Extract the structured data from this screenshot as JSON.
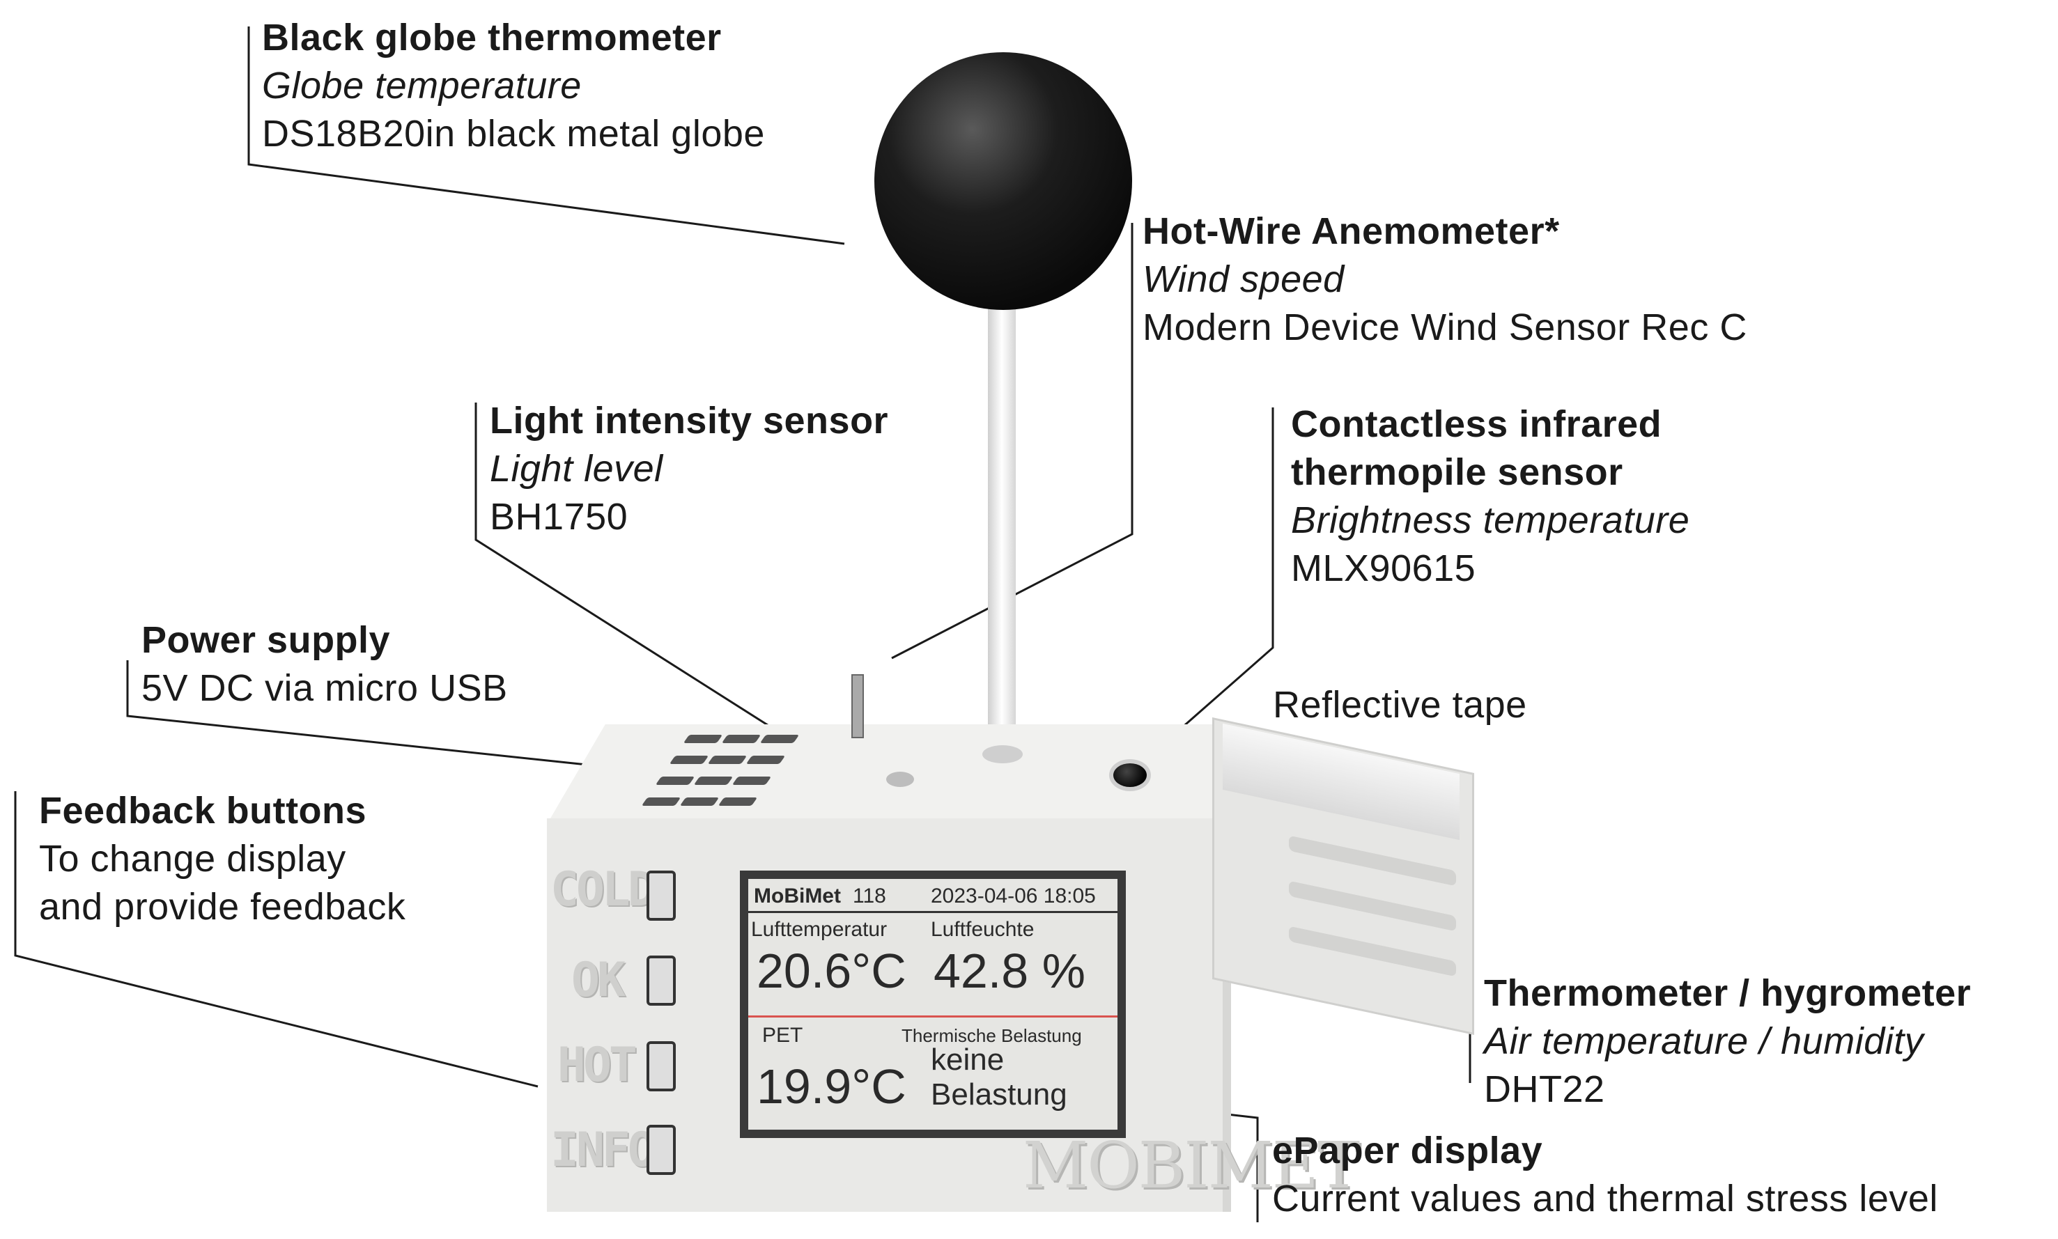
{
  "callouts": {
    "globe": {
      "title": "Black globe thermometer",
      "measure": "Globe temperature",
      "part": "DS18B20in black metal globe"
    },
    "anemometer": {
      "title": "Hot-Wire Anemometer*",
      "measure": "Wind speed",
      "part": "Modern Device Wind Sensor Rec C"
    },
    "light": {
      "title": "Light intensity sensor",
      "measure": "Light level",
      "part": "BH1750"
    },
    "infrared": {
      "title_line1": "Contactless infrared",
      "title_line2": "thermopile sensor",
      "measure": "Brightness temperature",
      "part": "MLX90615"
    },
    "power": {
      "title": "Power supply",
      "part": "5V DC via micro USB"
    },
    "buttons": {
      "title": "Feedback buttons",
      "line1": "To change display",
      "line2": "and provide feedback"
    },
    "tape": {
      "title": "Reflective tape"
    },
    "thermo": {
      "title": "Thermometer / hygrometer",
      "measure": "Air temperature / humidity",
      "part": "DHT22"
    },
    "epaper": {
      "title": "ePaper display",
      "part": "Current values and thermal stress level"
    }
  },
  "device": {
    "button_labels": [
      "COLD",
      "OK",
      "HOT",
      "INFO"
    ],
    "brand": "MOBIMET"
  },
  "display": {
    "device_name": "MoBiMet",
    "device_id": "118",
    "datetime": "2023-04-06 18:05",
    "label_air_temp": "Lufttemperatur",
    "label_humidity": "Luftfeuchte",
    "air_temp": "20.6°C",
    "humidity": "42.8 %",
    "label_pet": "PET",
    "label_stress": "Thermische Belastung",
    "pet": "19.9°C",
    "stress_line1": "keine",
    "stress_line2": "Belastung",
    "accent_color": "#d9534f"
  }
}
